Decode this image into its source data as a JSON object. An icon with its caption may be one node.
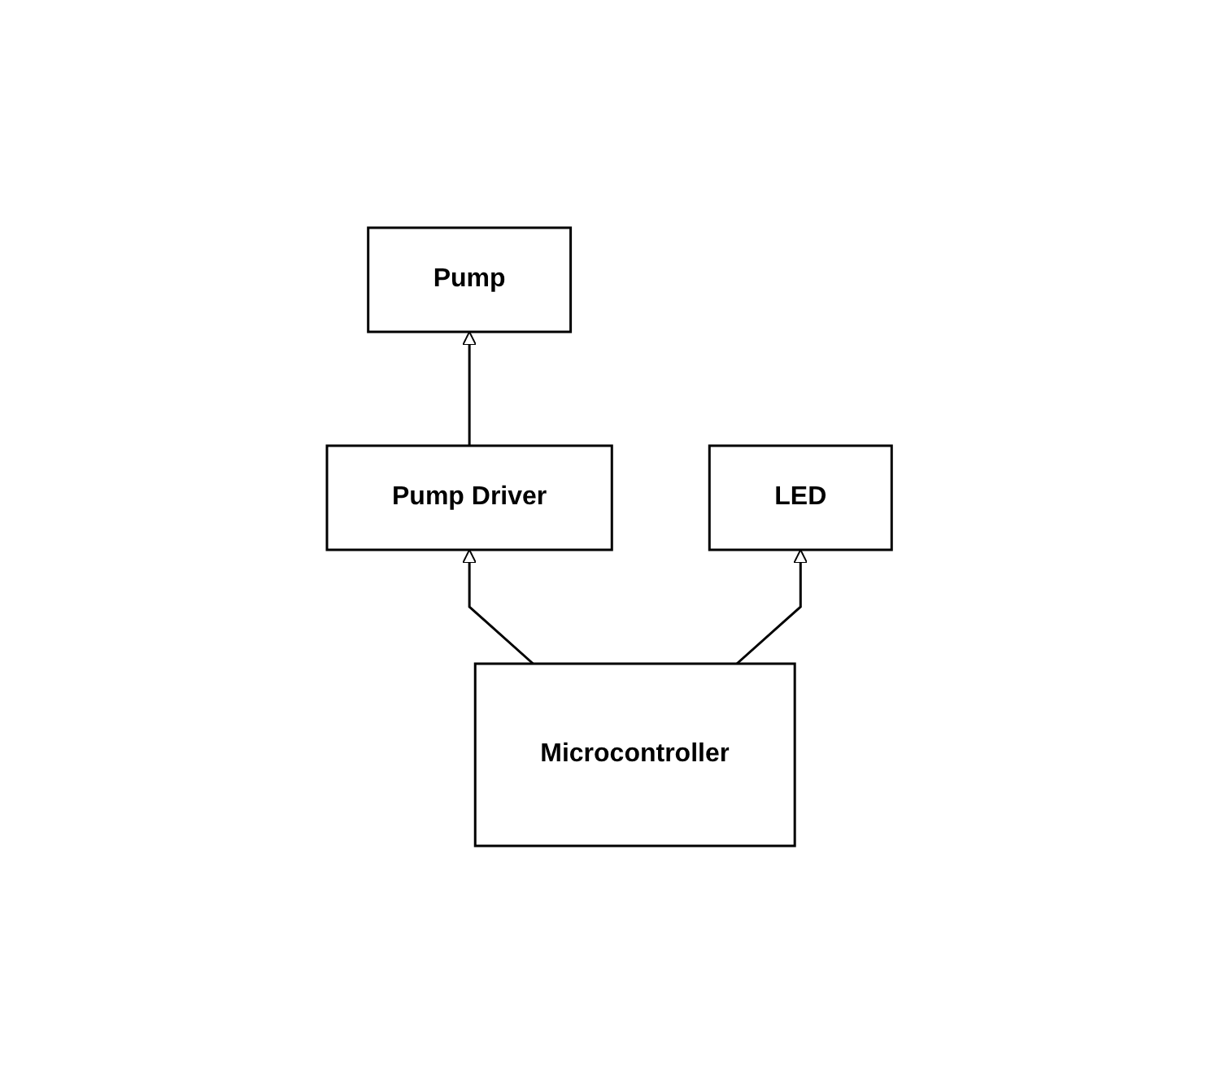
{
  "diagram": {
    "nodes": [
      {
        "text": [
          "Pump"
        ]
      },
      {
        "text": [
          "Pump Driver"
        ]
      },
      {
        "text": [
          "LED"
        ]
      },
      {
        "text": [
          "Microcontroller"
        ]
      }
    ],
    "edges": [
      {
        "from": 1,
        "to": 0,
        "arrow": "to"
      },
      {
        "from": 3,
        "to": 1,
        "arrow": "to"
      },
      {
        "from": 3,
        "to": 2,
        "arrow": "to"
      }
    ]
  }
}
